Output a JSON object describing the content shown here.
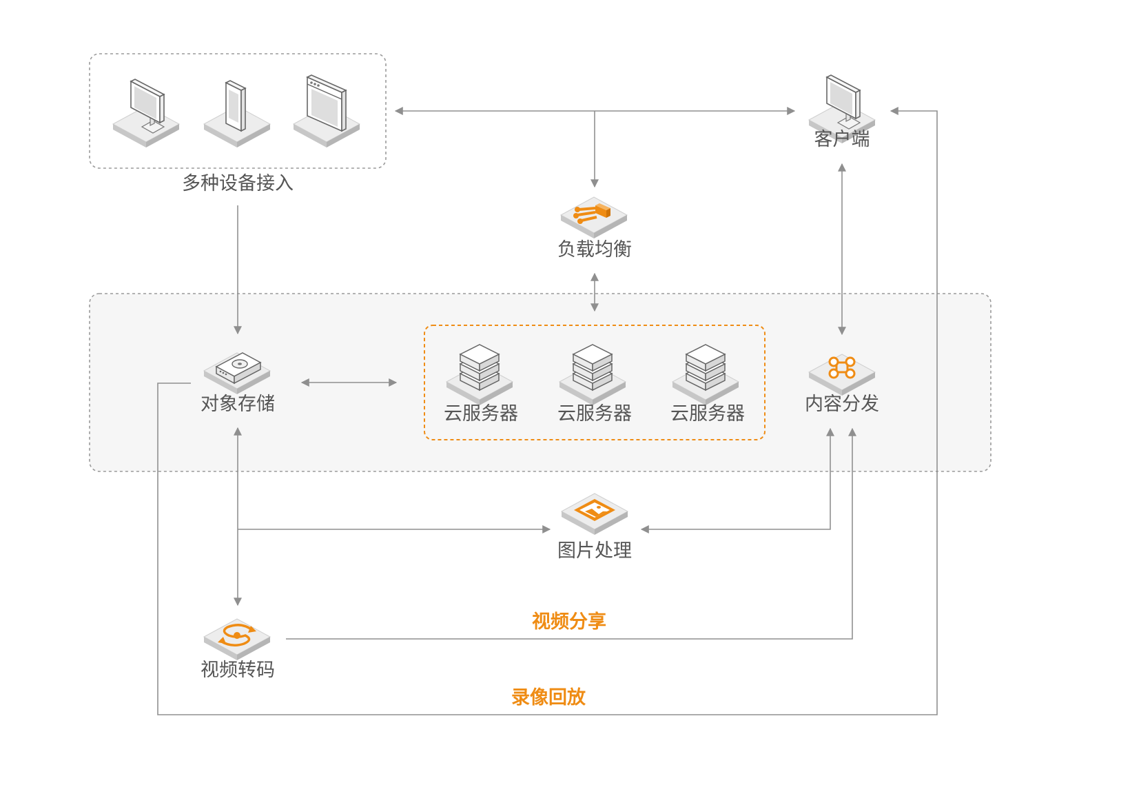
{
  "colors": {
    "accent": "#ef8c14",
    "line": "#8f8f8f",
    "group_border": "#9a9a9a",
    "group_fill": "#f6f6f6",
    "text": "#555555"
  },
  "nodes": {
    "devices": {
      "label": "多种设备接入",
      "icons": [
        "desktop-monitor-icon",
        "mobile-phone-icon",
        "browser-window-icon"
      ]
    },
    "client": {
      "label": "客户端",
      "icon": "desktop-monitor-icon"
    },
    "load_balancer": {
      "label": "负载均衡",
      "icon": "load-balancer-icon"
    },
    "object_storage": {
      "label": "对象存储",
      "icon": "storage-disk-icon"
    },
    "cloud_servers": [
      {
        "label": "云服务器",
        "icon": "server-stack-icon"
      },
      {
        "label": "云服务器",
        "icon": "server-stack-icon"
      },
      {
        "label": "云服务器",
        "icon": "server-stack-icon"
      }
    ],
    "cdn": {
      "label": "内容分发",
      "icon": "network-nodes-icon"
    },
    "image_processing": {
      "label": "图片处理",
      "icon": "image-icon"
    },
    "video_transcoding": {
      "label": "视频转码",
      "icon": "transcode-icon"
    }
  },
  "edge_labels": {
    "video_share": "视频分享",
    "playback": "录像回放"
  }
}
